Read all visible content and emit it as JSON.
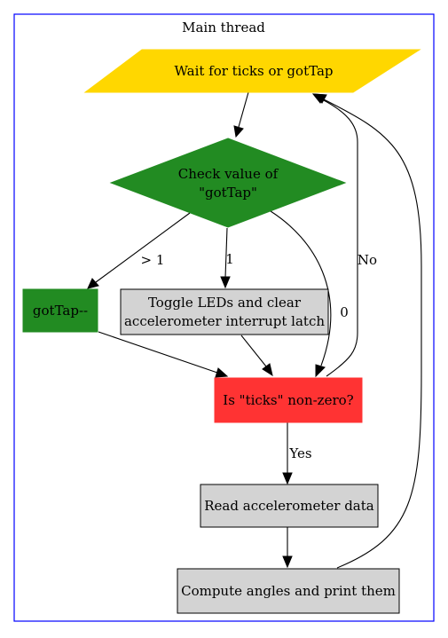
{
  "cluster": {
    "title": "Main thread",
    "border_color": "#0000ff"
  },
  "nodes": {
    "wait": {
      "label": "Wait for ticks or gotTap",
      "fill": "#ffd700",
      "shape": "parallelogram"
    },
    "check": {
      "line1": "Check value of",
      "line2": "\"gotTap\"",
      "fill": "#228b22",
      "shape": "diamond"
    },
    "gottap": {
      "label": "gotTap--",
      "fill": "#228b22",
      "shape": "box"
    },
    "toggle": {
      "line1": "Toggle LEDs and clear",
      "line2": "accelerometer interrupt latch",
      "fill": "#d3d3d3",
      "shape": "box"
    },
    "ticks": {
      "label": "Is \"ticks\" non-zero?",
      "fill": "#ff3333",
      "shape": "box"
    },
    "read": {
      "label": "Read accelerometer data",
      "fill": "#d3d3d3",
      "shape": "box"
    },
    "compute": {
      "label": "Compute angles and print them",
      "fill": "#d3d3d3",
      "shape": "box"
    }
  },
  "edge_labels": {
    "gt1": "> 1",
    "eq1": "1",
    "eq0": "0",
    "no": "No",
    "yes": "Yes"
  }
}
